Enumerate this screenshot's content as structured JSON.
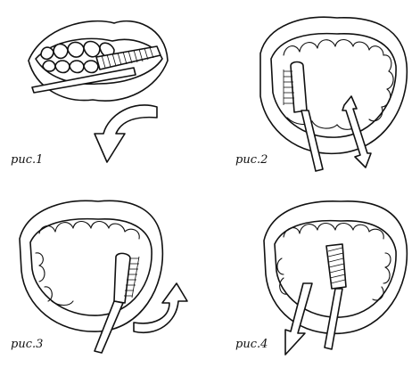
{
  "figures": [
    {
      "caption": "рис.1",
      "icon": "horizontal-brushing-front-teeth"
    },
    {
      "caption": "рис.2",
      "icon": "vertical-brushing-upper-inner"
    },
    {
      "caption": "рис.3",
      "icon": "sweeping-brushing-lower-teeth"
    },
    {
      "caption": "рис.4",
      "icon": "vertical-brushing-lower-inner"
    }
  ],
  "colors": {
    "ink": "#111111",
    "background": "#ffffff"
  }
}
